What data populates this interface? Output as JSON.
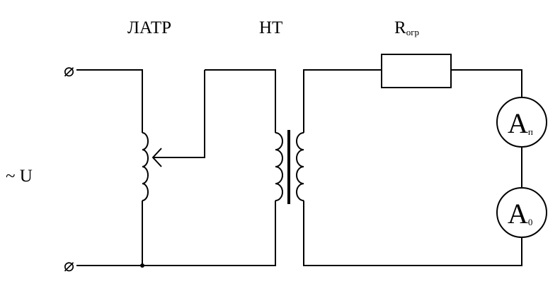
{
  "labels": {
    "latr": "ЛАТР",
    "nt": "НТ",
    "resistor_main": "R",
    "resistor_sub": "огр",
    "source": "~ U"
  },
  "meters": {
    "top": {
      "letter": "A",
      "sub": "п"
    },
    "bottom": {
      "letter": "A",
      "sub": "0"
    }
  },
  "terminals": {
    "symbol": "⌀"
  },
  "colors": {
    "line": "#000000",
    "background": "#ffffff"
  }
}
